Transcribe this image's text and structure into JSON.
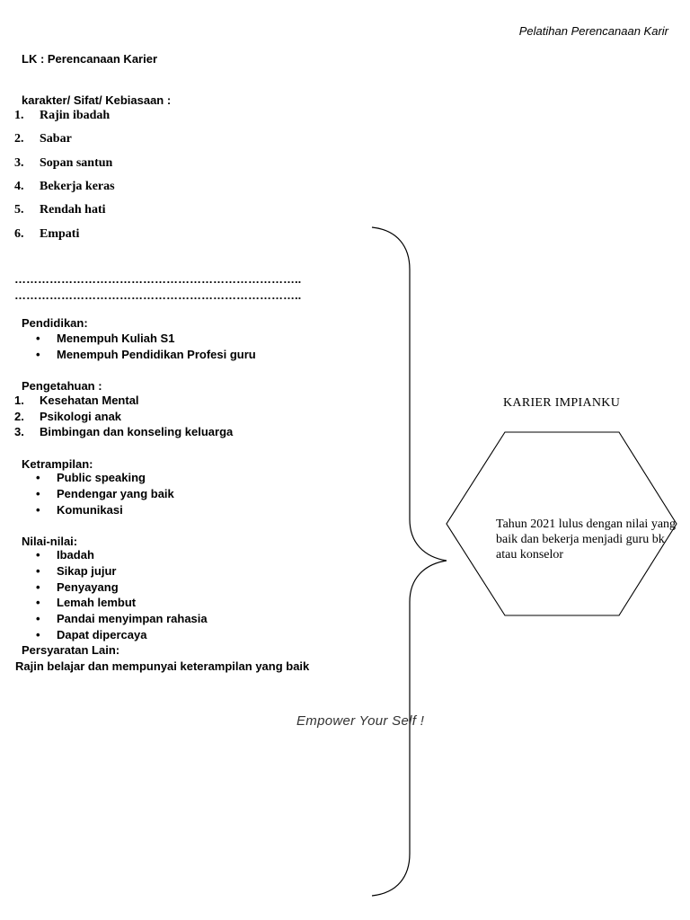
{
  "header": {
    "right_text": "Pelatihan Perencanaan Karir"
  },
  "doc": {
    "title": "LK : Perencanaan Karier"
  },
  "karakter": {
    "heading": "karakter/ Sifat/ Kebiasaan :",
    "items": [
      {
        "num": "1.",
        "label": "Rajin ibadah"
      },
      {
        "num": "2.",
        "label": "Sabar"
      },
      {
        "num": "3.",
        "label": "Sopan santun"
      },
      {
        "num": "4.",
        "label": "Bekerja keras"
      },
      {
        "num": "5.",
        "label": "Rendah hati"
      },
      {
        "num": "6.",
        "label": "Empati"
      }
    ]
  },
  "dotted_lines": [
    "………………………………………………………………..",
    "……………………………………………………………….."
  ],
  "pendidikan": {
    "heading": "Pendidikan:",
    "items": [
      "Menempuh Kuliah S1",
      "Menempuh Pendidikan Profesi guru"
    ]
  },
  "pengetahuan": {
    "heading": "Pengetahuan :",
    "items": [
      {
        "num": "1.",
        "label": "Kesehatan Mental"
      },
      {
        "num": "2.",
        "label": "Psikologi anak"
      },
      {
        "num": "3.",
        "label": "Bimbingan dan konseling keluarga"
      }
    ]
  },
  "ketrampilan": {
    "heading": "Ketrampilan:",
    "items": [
      "Public speaking",
      "Pendengar yang baik",
      "Komunikasi"
    ]
  },
  "nilai": {
    "heading": "Nilai-nilai:",
    "items": [
      "Ibadah",
      "Sikap jujur",
      "Penyayang",
      "Lemah lembut",
      "Pandai menyimpan rahasia",
      "Dapat dipercaya"
    ]
  },
  "persyaratan": {
    "heading": "Persyaratan Lain:",
    "text": "Rajin belajar dan mempunyai keterampilan yang baik"
  },
  "karier": {
    "label": "KARIER IMPIANKU",
    "hexagon_text": "Tahun 2021 lulus dengan nilai yang baik dan bekerja menjadi guru bk atau konselor"
  },
  "footer": {
    "slogan": "Empower Your Self !"
  },
  "bullet_glyph": "•"
}
